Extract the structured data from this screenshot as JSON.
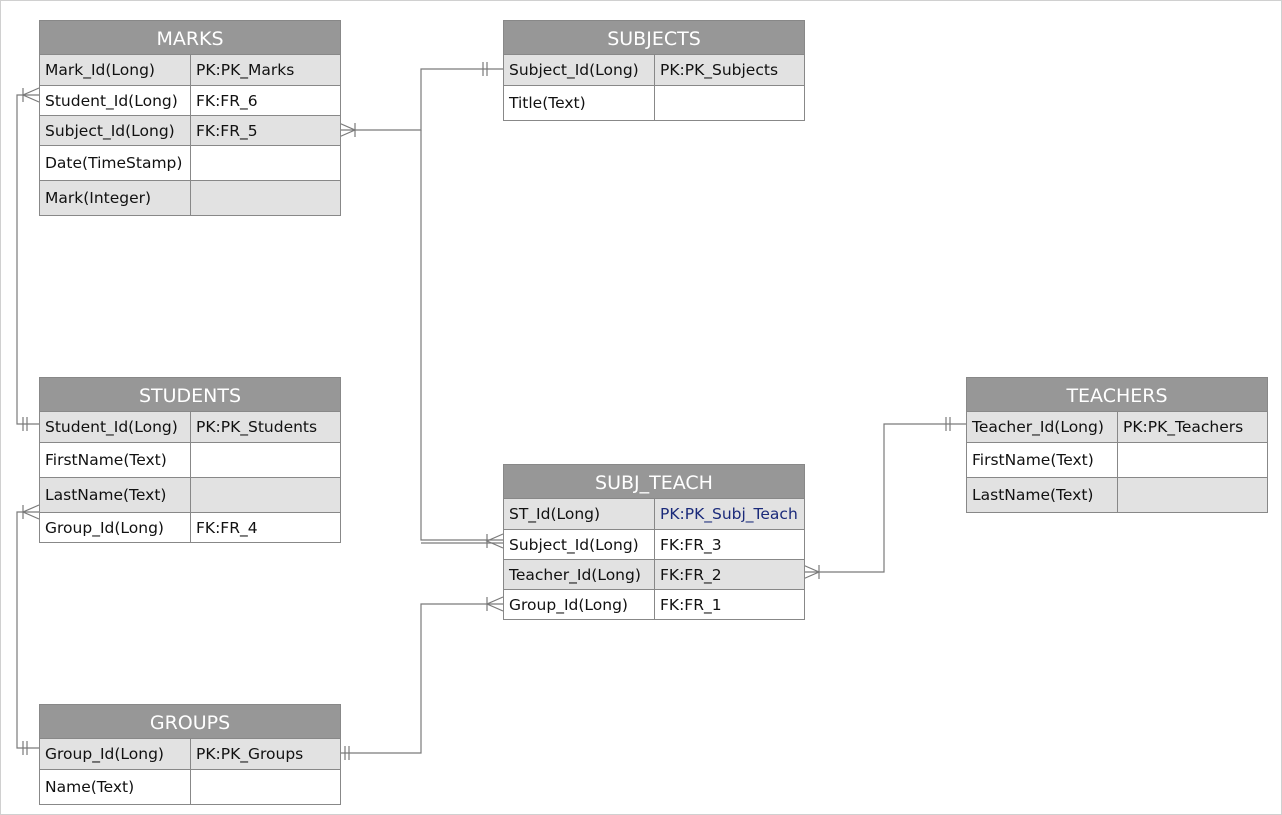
{
  "colors": {
    "header_bg": "#979797",
    "header_text": "#ffffff",
    "row_shaded": "#e2e2e2",
    "border": "#888888",
    "connector": "#7a7a7a",
    "highlight_key": "#1a2a7a"
  },
  "entities": [
    {
      "id": "marks",
      "title": "MARKS",
      "rows": [
        {
          "field": "Mark_Id(Long)",
          "key": "PK:PK_Marks"
        },
        {
          "field": "Student_Id(Long)",
          "key": "FK:FR_6"
        },
        {
          "field": "Subject_Id(Long)",
          "key": "FK:FR_5"
        },
        {
          "field": "Date(TimeStamp)",
          "key": ""
        },
        {
          "field": "Mark(Integer)",
          "key": ""
        }
      ]
    },
    {
      "id": "subjects",
      "title": "SUBJECTS",
      "rows": [
        {
          "field": "Subject_Id(Long)",
          "key": "PK:PK_Subjects"
        },
        {
          "field": "Title(Text)",
          "key": ""
        }
      ]
    },
    {
      "id": "students",
      "title": "STUDENTS",
      "rows": [
        {
          "field": "Student_Id(Long)",
          "key": "PK:PK_Students"
        },
        {
          "field": "FirstName(Text)",
          "key": ""
        },
        {
          "field": "LastName(Text)",
          "key": ""
        },
        {
          "field": "Group_Id(Long)",
          "key": "FK:FR_4"
        }
      ]
    },
    {
      "id": "teachers",
      "title": "TEACHERS",
      "rows": [
        {
          "field": "Teacher_Id(Long)",
          "key": "PK:PK_Teachers"
        },
        {
          "field": "FirstName(Text)",
          "key": ""
        },
        {
          "field": "LastName(Text)",
          "key": ""
        }
      ]
    },
    {
      "id": "subj-teach",
      "title": "SUBJ_TEACH",
      "rows": [
        {
          "field": "ST_Id(Long)",
          "key": "PK:PK_Subj_Teach",
          "highlight": true
        },
        {
          "field": "Subject_Id(Long)",
          "key": "FK:FR_3"
        },
        {
          "field": "Teacher_Id(Long)",
          "key": "FK:FR_2"
        },
        {
          "field": "Group_Id(Long)",
          "key": "FK:FR_1"
        }
      ]
    },
    {
      "id": "groups",
      "title": "GROUPS",
      "rows": [
        {
          "field": "Group_Id(Long)",
          "key": "PK:PK_Groups"
        },
        {
          "field": "Name(Text)",
          "key": ""
        }
      ]
    }
  ],
  "relationships": [
    {
      "from": "marks.Student_Id",
      "to": "students.Student_Id",
      "cardinality": "many-to-one"
    },
    {
      "from": "marks.Subject_Id",
      "to": "subjects.Subject_Id",
      "cardinality": "many-to-one"
    },
    {
      "from": "subj-teach.Subject_Id",
      "to": "subjects.Subject_Id",
      "cardinality": "many-to-one"
    },
    {
      "from": "subj-teach.Teacher_Id",
      "to": "teachers.Teacher_Id",
      "cardinality": "many-to-one"
    },
    {
      "from": "subj-teach.Group_Id",
      "to": "groups.Group_Id",
      "cardinality": "many-to-one"
    },
    {
      "from": "students.Group_Id",
      "to": "groups.Group_Id",
      "cardinality": "many-to-one"
    }
  ]
}
